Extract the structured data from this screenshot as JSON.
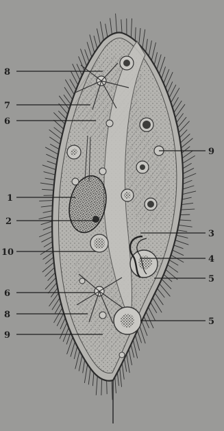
{
  "figure": {
    "background_color": "#9a9a98",
    "ink_color": "#1e1e1e",
    "labels": {
      "left": [
        "8",
        "7",
        "6",
        "1",
        "2",
        "10",
        "6",
        "8",
        "9"
      ],
      "right": [
        "9",
        "3",
        "4",
        "5",
        "5"
      ]
    }
  }
}
